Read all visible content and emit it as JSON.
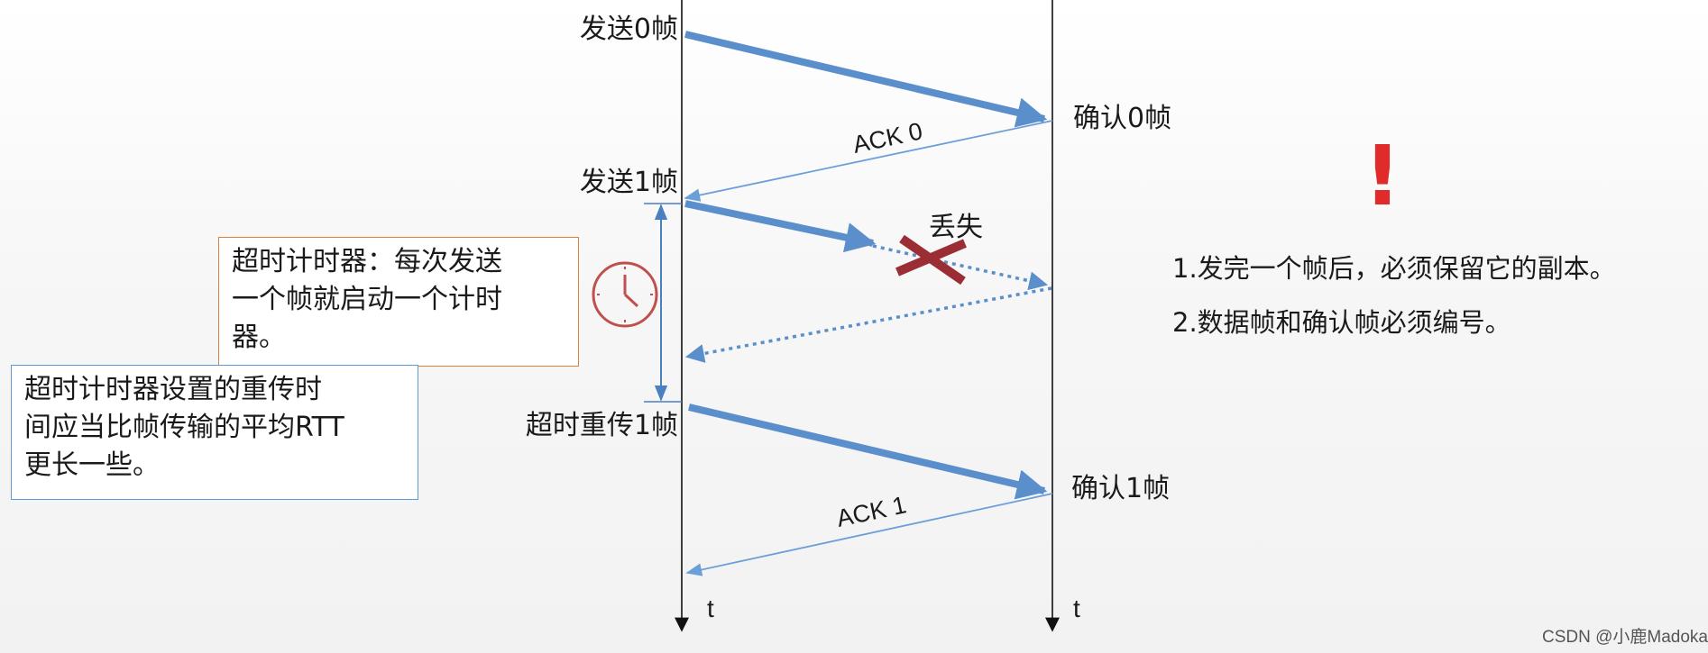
{
  "labels": {
    "send0": "发送0帧",
    "confirm0": "确认0帧",
    "ack0": "ACK 0",
    "send1": "发送1帧",
    "lost": "丢失",
    "retransmit1": "超时重传1帧",
    "confirm1": "确认1帧",
    "ack1": "ACK 1",
    "t_left": "t",
    "t_right": "t"
  },
  "timer_box": {
    "lines": [
      "超时计时器：每次发送",
      "一个帧就启动一个计时",
      "器。"
    ]
  },
  "rtt_box": {
    "lines": [
      "超时计时器设置的重传时",
      "间应当比帧传输的平均RTT",
      "更长一些。"
    ]
  },
  "notes": {
    "mark": "!",
    "items": [
      "1.发完一个帧后，必须保留它的副本。",
      "2.数据帧和确认帧必须编号。"
    ]
  },
  "watermark": "CSDN @小鹿Madoka",
  "colors": {
    "frame_arrow": "#5b8fcc",
    "ack_arrow": "#6a9fd8",
    "lost_cross": "#9b2d35",
    "clock": "#c0504d",
    "timer_border": "#d9823f",
    "rtt_border": "#5b9bd5",
    "exclamation": "#e12a2a"
  },
  "icons": [
    "clock-icon",
    "cross-icon"
  ]
}
